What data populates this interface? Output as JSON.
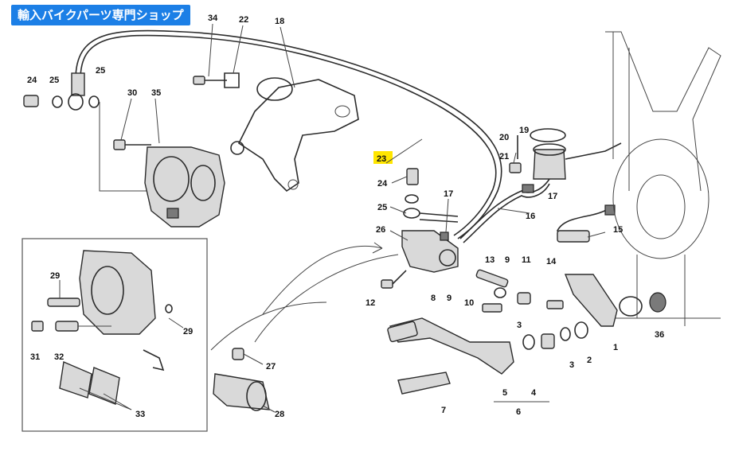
{
  "badge": {
    "text": "輸入バイクパーツ専門ショップ"
  },
  "callouts": [
    {
      "id": "c34a",
      "text": "34"
    },
    {
      "id": "c22",
      "text": "22"
    },
    {
      "id": "c18",
      "text": "18"
    },
    {
      "id": "c24a",
      "text": "24"
    },
    {
      "id": "c25a",
      "text": "25"
    },
    {
      "id": "c25b",
      "text": "25"
    },
    {
      "id": "c30",
      "text": "30"
    },
    {
      "id": "c35",
      "text": "35"
    },
    {
      "id": "c23",
      "text": "23"
    },
    {
      "id": "c24b",
      "text": "24"
    },
    {
      "id": "c17a",
      "text": "17"
    },
    {
      "id": "c25c",
      "text": "25"
    },
    {
      "id": "c26",
      "text": "26"
    },
    {
      "id": "c16",
      "text": "16"
    },
    {
      "id": "c12",
      "text": "12"
    },
    {
      "id": "c13",
      "text": "13"
    },
    {
      "id": "c9a",
      "text": "9"
    },
    {
      "id": "c11",
      "text": "11"
    },
    {
      "id": "c14",
      "text": "14"
    },
    {
      "id": "c10",
      "text": "10"
    },
    {
      "id": "c8",
      "text": "8"
    },
    {
      "id": "c9b",
      "text": "9"
    },
    {
      "id": "c3a",
      "text": "3"
    },
    {
      "id": "c3b",
      "text": "3"
    },
    {
      "id": "c2",
      "text": "2"
    },
    {
      "id": "c1",
      "text": "1"
    },
    {
      "id": "c36",
      "text": "36"
    },
    {
      "id": "c5",
      "text": "5"
    },
    {
      "id": "c4",
      "text": "4"
    },
    {
      "id": "c6",
      "text": "6"
    },
    {
      "id": "c7",
      "text": "7"
    },
    {
      "id": "c20",
      "text": "20"
    },
    {
      "id": "c19",
      "text": "19"
    },
    {
      "id": "c21",
      "text": "21"
    },
    {
      "id": "c17b",
      "text": "17"
    },
    {
      "id": "c15",
      "text": "15"
    },
    {
      "id": "c29a",
      "text": "29"
    },
    {
      "id": "c29b",
      "text": "29"
    },
    {
      "id": "c31",
      "text": "31"
    },
    {
      "id": "c32",
      "text": "32"
    },
    {
      "id": "c33",
      "text": "33"
    },
    {
      "id": "c27",
      "text": "27"
    },
    {
      "id": "c28",
      "text": "28"
    }
  ],
  "highlight": {
    "color": "#ffe600",
    "callout": "23"
  }
}
